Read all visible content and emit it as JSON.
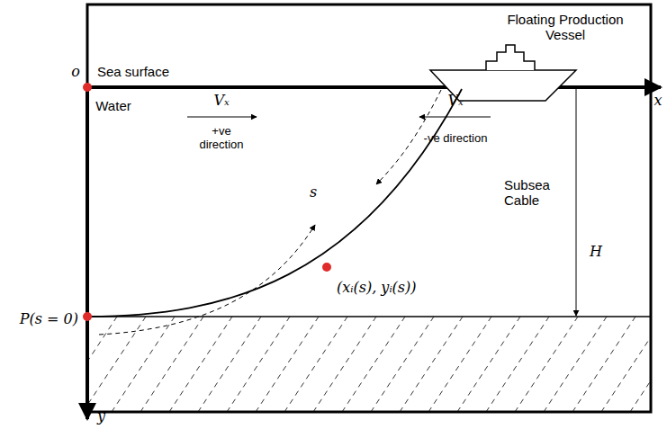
{
  "diagram": {
    "labels": [
      "Floating Production Vessel",
      "o",
      "Sea surface",
      "Water",
      "Subsea Cable",
      "Vₓ",
      "+ve direction",
      "Vₓ",
      "-ve direction",
      "s",
      "(xᵢ(s), yᵢ(s))",
      "H",
      "P(s = 0)",
      "y",
      "x"
    ]
  }
}
